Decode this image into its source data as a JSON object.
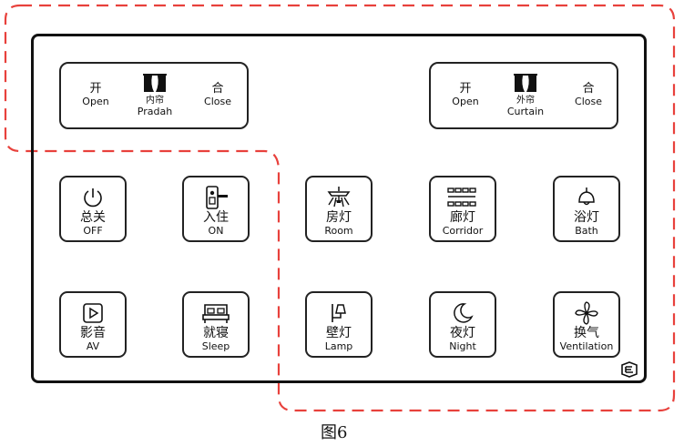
{
  "inner_curtain": {
    "open_cn": "开",
    "open_en": "Open",
    "name_cn": "内帘",
    "name_en": "Pradah",
    "close_cn": "合",
    "close_en": "Close",
    "icon": "curtain-icon"
  },
  "outer_curtain": {
    "open_cn": "开",
    "open_en": "Open",
    "name_cn": "外帘",
    "name_en": "Curtain",
    "close_cn": "合",
    "close_en": "Close",
    "icon": "curtain-icon"
  },
  "buttons": [
    {
      "cn": "总关",
      "en": "OFF",
      "icon": "power-icon"
    },
    {
      "cn": "入住",
      "en": "ON",
      "icon": "key-card-icon"
    },
    {
      "cn": "房灯",
      "en": "Room",
      "icon": "chandelier-icon"
    },
    {
      "cn": "廊灯",
      "en": "Corridor",
      "icon": "corridor-light-icon"
    },
    {
      "cn": "浴灯",
      "en": "Bath",
      "icon": "pendant-lamp-icon"
    },
    {
      "cn": "影音",
      "en": "AV",
      "icon": "play-icon"
    },
    {
      "cn": "就寝",
      "en": "Sleep",
      "icon": "bed-icon"
    },
    {
      "cn": "壁灯",
      "en": "Lamp",
      "icon": "wall-lamp-icon"
    },
    {
      "cn": "夜灯",
      "en": "Night",
      "icon": "moon-icon"
    },
    {
      "cn": "换气",
      "en": "Ventilation",
      "icon": "fan-icon"
    }
  ],
  "caption": "图6",
  "colors": {
    "dash": "#e8413c",
    "stroke": "#111111"
  }
}
